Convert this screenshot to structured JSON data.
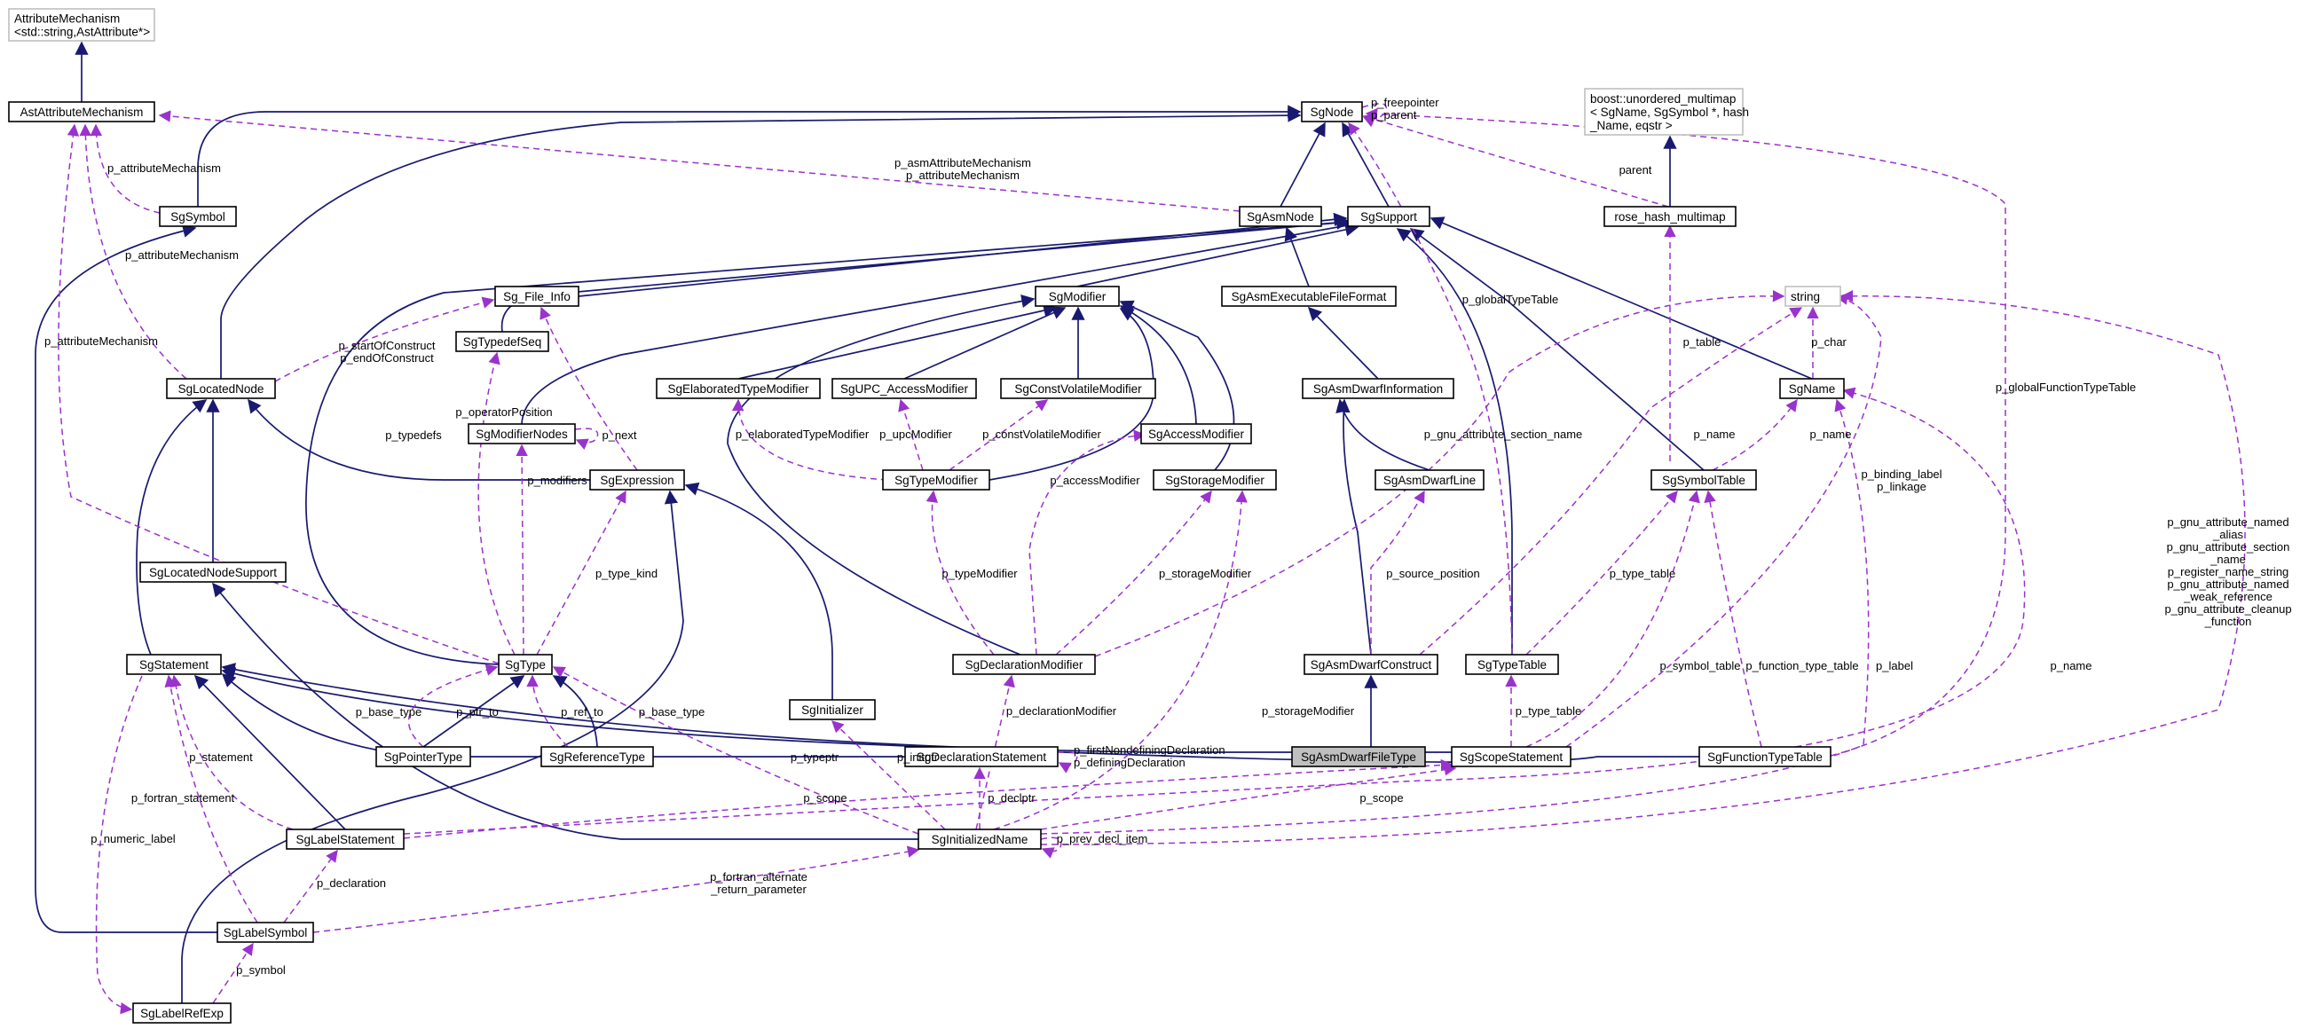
{
  "diagram": {
    "colors": {
      "inheritance_edge": "#191970",
      "usage_edge": "#9a32cd",
      "node_border": "#000000",
      "external_node_border": "#bfbfbf",
      "focus_node_fill": "#bfbfbf"
    },
    "focus_node": "SgAsmDwarfFileType",
    "nodes": [
      {
        "id": "AttributeMechanism",
        "lines": [
          "AttributeMechanism",
          "<std::string,AstAttribute*>"
        ],
        "style": "grey"
      },
      {
        "id": "AstAttributeMechanism",
        "lines": [
          "AstAttributeMechanism"
        ]
      },
      {
        "id": "SgNode",
        "lines": [
          "SgNode"
        ]
      },
      {
        "id": "boost_multimap",
        "lines": [
          "boost::unordered_multimap",
          "< SgName, SgSymbol *, hash",
          "_Name, eqstr >"
        ],
        "style": "grey"
      },
      {
        "id": "SgSymbol",
        "lines": [
          "SgSymbol"
        ]
      },
      {
        "id": "SgAsmNode",
        "lines": [
          "SgAsmNode"
        ]
      },
      {
        "id": "SgSupport",
        "lines": [
          "SgSupport"
        ]
      },
      {
        "id": "rose_hash_multimap",
        "lines": [
          "rose_hash_multimap"
        ]
      },
      {
        "id": "SgFile_Info",
        "lines": [
          "Sg_File_Info"
        ]
      },
      {
        "id": "SgModifier",
        "lines": [
          "SgModifier"
        ]
      },
      {
        "id": "SgAsmExecutableFileFormat",
        "lines": [
          "SgAsmExecutableFileFormat"
        ]
      },
      {
        "id": "string",
        "lines": [
          "string"
        ],
        "style": "grey"
      },
      {
        "id": "SgTypedefSeq",
        "lines": [
          "SgTypedefSeq"
        ]
      },
      {
        "id": "SgLocatedNode",
        "lines": [
          "SgLocatedNode"
        ]
      },
      {
        "id": "SgElaboratedTypeModifier",
        "lines": [
          "SgElaboratedTypeModifier"
        ]
      },
      {
        "id": "SgUPC_AccessModifier",
        "lines": [
          "SgUPC_AccessModifier"
        ]
      },
      {
        "id": "SgConstVolatileModifier",
        "lines": [
          "SgConstVolatileModifier"
        ]
      },
      {
        "id": "SgAsmDwarfInformation",
        "lines": [
          "SgAsmDwarfInformation"
        ]
      },
      {
        "id": "SgName",
        "lines": [
          "SgName"
        ]
      },
      {
        "id": "SgModifierNodes",
        "lines": [
          "SgModifierNodes"
        ]
      },
      {
        "id": "SgAccessModifier",
        "lines": [
          "SgAccessModifier"
        ]
      },
      {
        "id": "SgExpression",
        "lines": [
          "SgExpression"
        ]
      },
      {
        "id": "SgTypeModifier",
        "lines": [
          "SgTypeModifier"
        ]
      },
      {
        "id": "SgStorageModifier",
        "lines": [
          "SgStorageModifier"
        ]
      },
      {
        "id": "SgAsmDwarfLine",
        "lines": [
          "SgAsmDwarfLine"
        ]
      },
      {
        "id": "SgSymbolTable",
        "lines": [
          "SgSymbolTable"
        ]
      },
      {
        "id": "SgLocatedNodeSupport",
        "lines": [
          "SgLocatedNodeSupport"
        ]
      },
      {
        "id": "SgStatement",
        "lines": [
          "SgStatement"
        ]
      },
      {
        "id": "SgType",
        "lines": [
          "SgType"
        ]
      },
      {
        "id": "SgDeclarationModifier",
        "lines": [
          "SgDeclarationModifier"
        ]
      },
      {
        "id": "SgAsmDwarfConstruct",
        "lines": [
          "SgAsmDwarfConstruct"
        ]
      },
      {
        "id": "SgTypeTable",
        "lines": [
          "SgTypeTable"
        ]
      },
      {
        "id": "SgInitializer",
        "lines": [
          "SgInitializer"
        ]
      },
      {
        "id": "SgPointerType",
        "lines": [
          "SgPointerType"
        ]
      },
      {
        "id": "SgReferenceType",
        "lines": [
          "SgReferenceType"
        ]
      },
      {
        "id": "SgDeclarationStatement",
        "lines": [
          "SgDeclarationStatement"
        ]
      },
      {
        "id": "SgAsmDwarfFileType",
        "lines": [
          "SgAsmDwarfFileType"
        ],
        "style": "focus"
      },
      {
        "id": "SgScopeStatement",
        "lines": [
          "SgScopeStatement"
        ]
      },
      {
        "id": "SgFunctionTypeTable",
        "lines": [
          "SgFunctionTypeTable"
        ]
      },
      {
        "id": "SgLabelStatement",
        "lines": [
          "SgLabelStatement"
        ]
      },
      {
        "id": "SgInitializedName",
        "lines": [
          "SgInitializedName"
        ]
      },
      {
        "id": "SgLabelSymbol",
        "lines": [
          "SgLabelSymbol"
        ]
      },
      {
        "id": "SgLabelRefExp",
        "lines": [
          "SgLabelRefExp"
        ]
      }
    ],
    "edge_labels": [
      {
        "id": "p_freepointer",
        "lines": [
          "p_freepointer",
          "p_parent"
        ]
      },
      {
        "id": "p_asmAttributeMechanism",
        "lines": [
          "p_asmAttributeMechanism",
          "p_attributeMechanism"
        ]
      },
      {
        "id": "parent",
        "lines": [
          "parent"
        ]
      },
      {
        "id": "p_attributeMechanism_sym",
        "lines": [
          "p_attributeMechanism"
        ]
      },
      {
        "id": "p_attributeMechanism_loc",
        "lines": [
          "p_attributeMechanism"
        ]
      },
      {
        "id": "p_attributeMechanism_left",
        "lines": [
          "p_attributeMechanism"
        ]
      },
      {
        "id": "p_startOfConstruct",
        "lines": [
          "p_startOfConstruct",
          "p_endOfConstruct"
        ]
      },
      {
        "id": "p_globalTypeTable",
        "lines": [
          "p_globalTypeTable"
        ]
      },
      {
        "id": "p_table",
        "lines": [
          "p_table"
        ]
      },
      {
        "id": "p_char",
        "lines": [
          "p_char"
        ]
      },
      {
        "id": "p_globalFunctionTypeTable",
        "lines": [
          "p_globalFunctionTypeTable"
        ]
      },
      {
        "id": "p_operatorPosition",
        "lines": [
          "p_operatorPosition"
        ]
      },
      {
        "id": "p_typedefs",
        "lines": [
          "p_typedefs"
        ]
      },
      {
        "id": "p_next",
        "lines": [
          "p_next"
        ]
      },
      {
        "id": "p_gnu_attribute_section_name",
        "lines": [
          "p_gnu_attribute_section_name"
        ]
      },
      {
        "id": "p_name_str",
        "lines": [
          "p_name"
        ]
      },
      {
        "id": "p_name_symtab",
        "lines": [
          "p_name"
        ]
      },
      {
        "id": "p_elaboratedTypeModifier",
        "lines": [
          "p_elaboratedTypeModifier"
        ]
      },
      {
        "id": "p_upcModifier",
        "lines": [
          "p_upcModifier"
        ]
      },
      {
        "id": "p_constVolatileModifier",
        "lines": [
          "p_constVolatileModifier"
        ]
      },
      {
        "id": "p_modifiers",
        "lines": [
          "p_modifiers"
        ]
      },
      {
        "id": "p_accessModifier",
        "lines": [
          "p_accessModifier"
        ]
      },
      {
        "id": "p_binding_label",
        "lines": [
          "p_binding_label",
          "p_linkage"
        ]
      },
      {
        "id": "p_gnu_attribute_named",
        "lines": [
          "p_gnu_attribute_named",
          "_alias",
          "p_gnu_attribute_section",
          "_name",
          "p_register_name_string",
          "p_gnu_attribute_named",
          "_weak_reference",
          "p_gnu_attribute_cleanup",
          "_function"
        ]
      },
      {
        "id": "p_type_kind",
        "lines": [
          "p_type_kind"
        ]
      },
      {
        "id": "p_typeModifier",
        "lines": [
          "p_typeModifier"
        ]
      },
      {
        "id": "p_storageModifier_dm",
        "lines": [
          "p_storageModifier"
        ]
      },
      {
        "id": "p_source_position",
        "lines": [
          "p_source_position"
        ]
      },
      {
        "id": "p_type_table_st",
        "lines": [
          "p_type_table"
        ]
      },
      {
        "id": "p_base_type_ptr",
        "lines": [
          "p_base_type"
        ]
      },
      {
        "id": "p_ptr_to",
        "lines": [
          "p_ptr_to"
        ]
      },
      {
        "id": "p_ref_to",
        "lines": [
          "p_ref_to"
        ]
      },
      {
        "id": "p_base_type_ref",
        "lines": [
          "p_base_type"
        ]
      },
      {
        "id": "p_declarationModifier",
        "lines": [
          "p_declarationModifier"
        ]
      },
      {
        "id": "p_storageModifier_in",
        "lines": [
          "p_storageModifier"
        ]
      },
      {
        "id": "p_symbol_table",
        "lines": [
          "p_symbol_table"
        ]
      },
      {
        "id": "p_type_table_scope",
        "lines": [
          "p_type_table"
        ]
      },
      {
        "id": "p_function_type_table",
        "lines": [
          "p_function_type_table"
        ]
      },
      {
        "id": "p_label",
        "lines": [
          "p_label"
        ]
      },
      {
        "id": "p_name_in",
        "lines": [
          "p_name"
        ]
      },
      {
        "id": "p_statement",
        "lines": [
          "p_statement"
        ]
      },
      {
        "id": "p_typeptr",
        "lines": [
          "p_typeptr"
        ]
      },
      {
        "id": "p_initptr",
        "lines": [
          "p_initptr"
        ]
      },
      {
        "id": "p_firstNondefiningDeclaration",
        "lines": [
          "p_firstNondefiningDeclaration",
          "p_definingDeclaration"
        ]
      },
      {
        "id": "p_fortran_statement",
        "lines": [
          "p_fortran_statement"
        ]
      },
      {
        "id": "p_scope_lbl",
        "lines": [
          "p_scope"
        ]
      },
      {
        "id": "p_declptr",
        "lines": [
          "p_declptr"
        ]
      },
      {
        "id": "p_scope_in",
        "lines": [
          "p_scope"
        ]
      },
      {
        "id": "p_prev_decl_item",
        "lines": [
          "p_prev_decl_item"
        ]
      },
      {
        "id": "p_numeric_label",
        "lines": [
          "p_numeric_label"
        ]
      },
      {
        "id": "p_declaration",
        "lines": [
          "p_declaration"
        ]
      },
      {
        "id": "p_fortran_alternate",
        "lines": [
          "p_fortran_alternate",
          "_return_parameter"
        ]
      },
      {
        "id": "p_symbol",
        "lines": [
          "p_symbol"
        ]
      }
    ]
  }
}
